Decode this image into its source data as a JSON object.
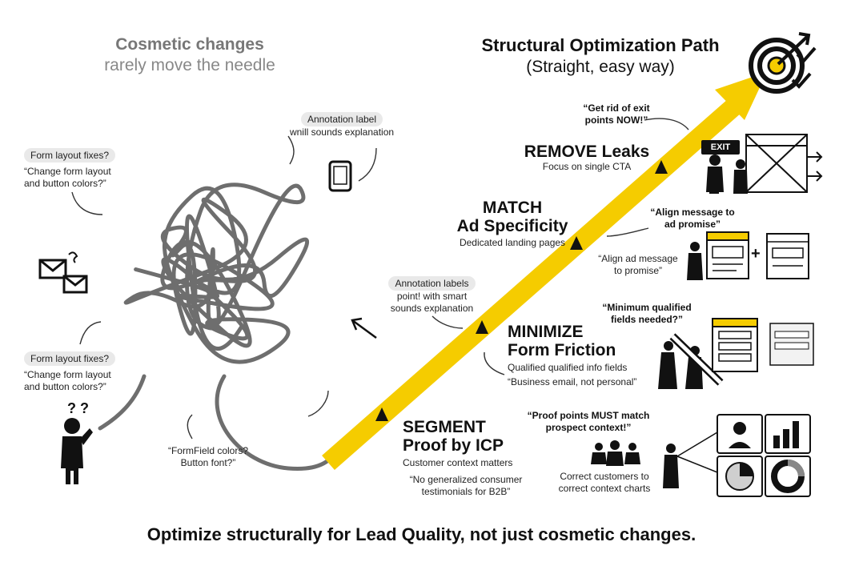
{
  "left_panel": {
    "title": "Cosmetic changes",
    "subtitle": "rarely move the needle",
    "annotation_top": {
      "label": "Annotation label",
      "text": "wnill sounds explanation"
    },
    "form_fix_1": {
      "label": "Form layout fixes?",
      "quote_line1": "“Change form layout",
      "quote_line2": "and button colors?”"
    },
    "form_fix_2": {
      "label": "Form layout fixes?",
      "quote_line1": "“Change form layout",
      "quote_line2": "and button colors?”"
    },
    "formfield_quote_line1": "“FormField colors?",
    "formfield_quote_line2": "Button font?”",
    "question_marks": "? ?"
  },
  "right_panel": {
    "title": "Structural Optimization Path",
    "subtitle": "(Straight, easy way)",
    "annotation_mid": {
      "label": "Annotation labels",
      "line1": "point! with smart",
      "line2": "sounds explanation"
    }
  },
  "steps": {
    "remove": {
      "quote_line1": "“Get rid of exit",
      "quote_line2": "points NOW!”",
      "title": "REMOVE Leaks",
      "subtitle": "Focus on single CTA",
      "exit_sign": "EXIT"
    },
    "match": {
      "title_line1": "MATCH",
      "title_line2": "Ad Specificity",
      "subtitle": "Dedicated landing pages",
      "quote_b_line1": "“Align message to",
      "quote_b_line2": "ad promise”",
      "quote_line1": "“Align ad message",
      "quote_line2": "to promise”",
      "plus": "+"
    },
    "minimize": {
      "quote_b_line1": "“Minimum qualified",
      "quote_b_line2": "fields needed?”",
      "title_line1": "MINIMIZE",
      "title_line2": "Form Friction",
      "subtitle": "Qualified qualified info fields",
      "quote": "“Business email, not personal”"
    },
    "segment": {
      "quote_b_line1": "“Proof points MUST match",
      "quote_b_line2": "prospect context!”",
      "title_line1": "SEGMENT",
      "title_line2": "Proof by ICP",
      "subtitle": "Customer context matters",
      "quote_line1": "“No generalized consumer",
      "quote_line2": "testimonials for B2B”",
      "caption_line1": "Correct customers to",
      "caption_line2": "correct context charts"
    }
  },
  "footer": "Optimize structurally for Lead Quality, not just cosmetic changes.",
  "colors": {
    "arrow": "#f5cc00",
    "scribble": "#6e6e6e",
    "text": "#111111",
    "pill": "#e9e9e9"
  }
}
